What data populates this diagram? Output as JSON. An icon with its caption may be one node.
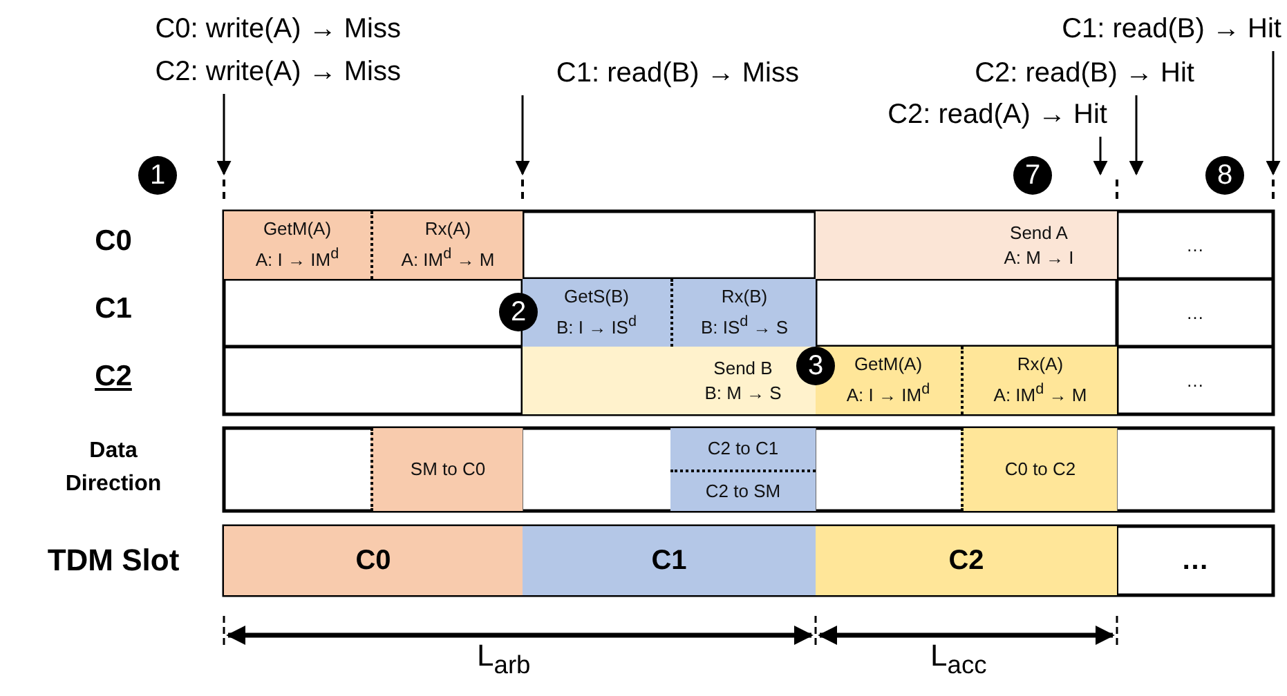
{
  "diagram": {
    "nodes": [
      {
        "text": [
          "C0: write(A) → Miss",
          "C2: write(A) → Miss"
        ]
      },
      {
        "text": [
          "C1: read(B) → Miss"
        ]
      },
      {
        "text": [
          "C1: read(B) → Hit"
        ]
      },
      {
        "text": [
          "C2: read(B) → Hit"
        ]
      },
      {
        "text": [
          "C2: read(A) → Hit"
        ]
      },
      {
        "text": [
          "GetM(A)",
          "A: I → IM$^{d}$"
        ]
      },
      {
        "text": [
          "Rx(A)",
          "A: IM$^{d}$ → M"
        ]
      },
      {
        "text": [
          "Send A",
          "A: M → I"
        ]
      },
      {
        "text": [
          "…"
        ]
      },
      {
        "text": [
          "GetS(B)",
          "B: I → IS$^{d}$"
        ]
      },
      {
        "text": [
          "Rx(B)",
          "B: IS$^{d}$ → S"
        ]
      },
      {
        "text": [
          "…"
        ]
      },
      {
        "text": [
          "Send B",
          "B: M → S"
        ]
      },
      {
        "text": [
          "GetM(A)",
          "A: I → IM$^{d}$"
        ]
      },
      {
        "text": [
          "Rx(A)",
          "A: IM$^{d}$ → M"
        ]
      },
      {
        "text": [
          "…"
        ]
      },
      {
        "text": [
          "SM to C0"
        ]
      },
      {
        "text": [
          "C2 to C1"
        ]
      },
      {
        "text": [
          "C2 to SM"
        ]
      },
      {
        "text": [
          "C0 to C2"
        ]
      },
      {
        "text": [
          "C0"
        ]
      },
      {
        "text": [
          "C1"
        ]
      },
      {
        "text": [
          "C2"
        ]
      },
      {
        "text": [
          "…"
        ]
      }
    ],
    "edges": [
      {
        "from": 0,
        "to": null,
        "arrow": "to"
      },
      {
        "from": 1,
        "to": null,
        "arrow": "to"
      },
      {
        "from": 2,
        "to": null,
        "arrow": "to"
      },
      {
        "from": 3,
        "to": null,
        "arrow": "to"
      },
      {
        "from": 4,
        "to": null,
        "arrow": "to"
      }
    ],
    "labels": [
      "1",
      "7",
      "8",
      "C0",
      "C1",
      "2",
      "C2",
      "3",
      "Data Direction",
      "TDM Slot",
      "L$_{arb}$",
      "L$_{acc}$"
    ]
  }
}
